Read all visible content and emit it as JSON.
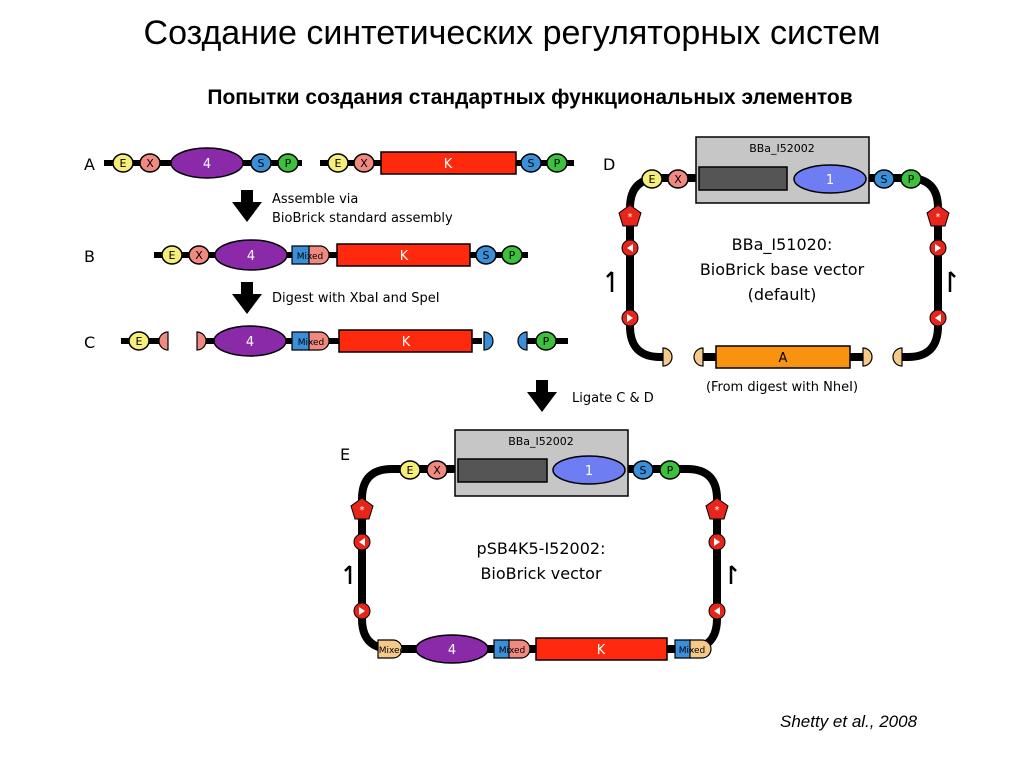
{
  "title": "Создание синтетических регуляторных систем",
  "subtitle": "Попытки создания стандартных функциональных элементов",
  "citation": "Shetty et al., 2008",
  "panels": {
    "a": "A",
    "b": "B",
    "c": "C",
    "d": "D",
    "e": "E"
  },
  "parts": {
    "e": "E",
    "x": "X",
    "s": "S",
    "p": "P",
    "rbs": "4",
    "gene": "K",
    "mixed": "Mixed",
    "promoter": "1",
    "insert": "A"
  },
  "steps": {
    "assemble_line1": "Assemble via",
    "assemble_line2": "BioBrick standard assembly",
    "digest": "Digest with XbaI and SpeI",
    "ligate": "Ligate C & D"
  },
  "plasmid_d": {
    "part_name": "BBa_I52002",
    "name_line1": "BBa_I51020:",
    "name_line2": "BioBrick base vector",
    "name_line3": "(default)",
    "note": "(From digest with NheI)"
  },
  "plasmid_e": {
    "part_name": "BBa_I52002",
    "name_line1": "pSB4K5-I52002:",
    "name_line2": "BioBrick vector"
  },
  "colors": {
    "e_site": "#f5ee7a",
    "x_site": "#f08a80",
    "s_site": "#3a8fd8",
    "p_site": "#3cc13c",
    "rbs": "#8a2aa8",
    "gene": "#ff2a0e",
    "promoter": "#6e7df2",
    "mixed": "#f08a80",
    "insert": "#f7930e",
    "box": "#c6c6c6",
    "dark_block": "#555555",
    "marker": "#e8251b"
  }
}
